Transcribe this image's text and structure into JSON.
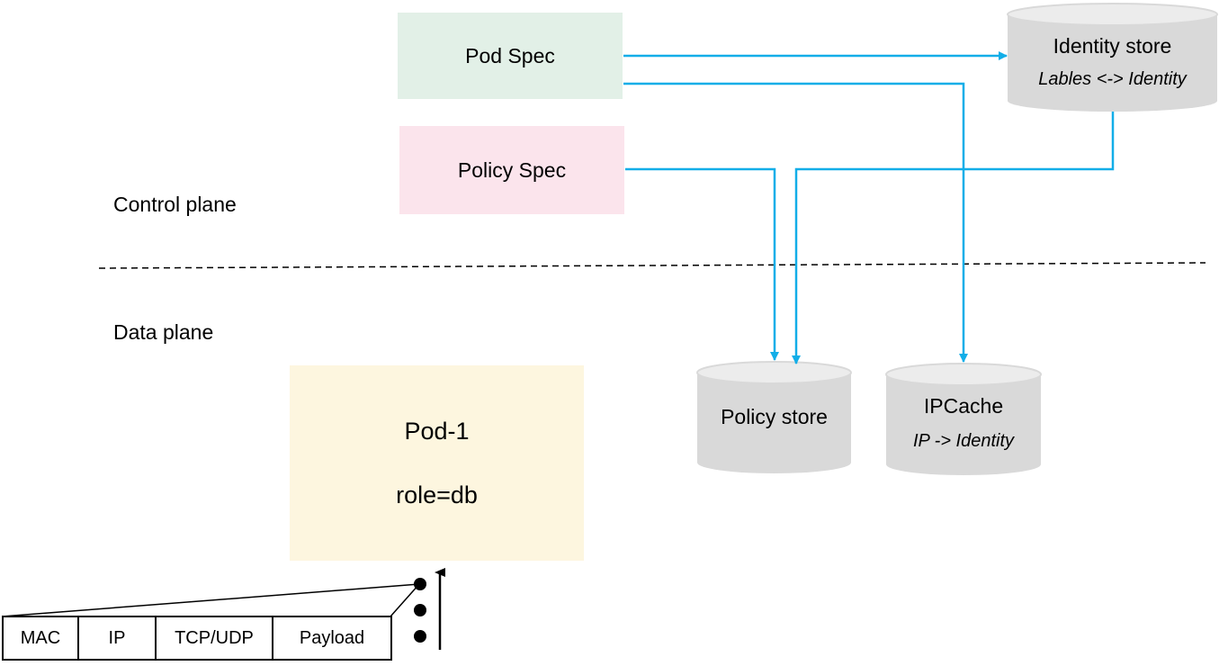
{
  "colors": {
    "pod_spec_fill": "#e2f0e7",
    "policy_spec_fill": "#fbe4ec",
    "pod_fill": "#fdf6df",
    "db_fill": "#d9d9d9",
    "db_top": "#ececec",
    "arrow": "#12aee8"
  },
  "control_plane_label": "Control plane",
  "data_plane_label": "Data plane",
  "pod_spec": {
    "label": "Pod Spec"
  },
  "policy_spec": {
    "label": "Policy Spec"
  },
  "identity_store": {
    "title": "Identity store",
    "subtitle": "Lables <-> Identity"
  },
  "policy_store": {
    "title": "Policy store"
  },
  "ipcache": {
    "title": "IPCache",
    "subtitle": "IP -> Identity"
  },
  "pod": {
    "name": "Pod-1",
    "label": "role=db"
  },
  "packet": {
    "fields": [
      "MAC",
      "IP",
      "TCP/UDP",
      "Payload"
    ]
  }
}
